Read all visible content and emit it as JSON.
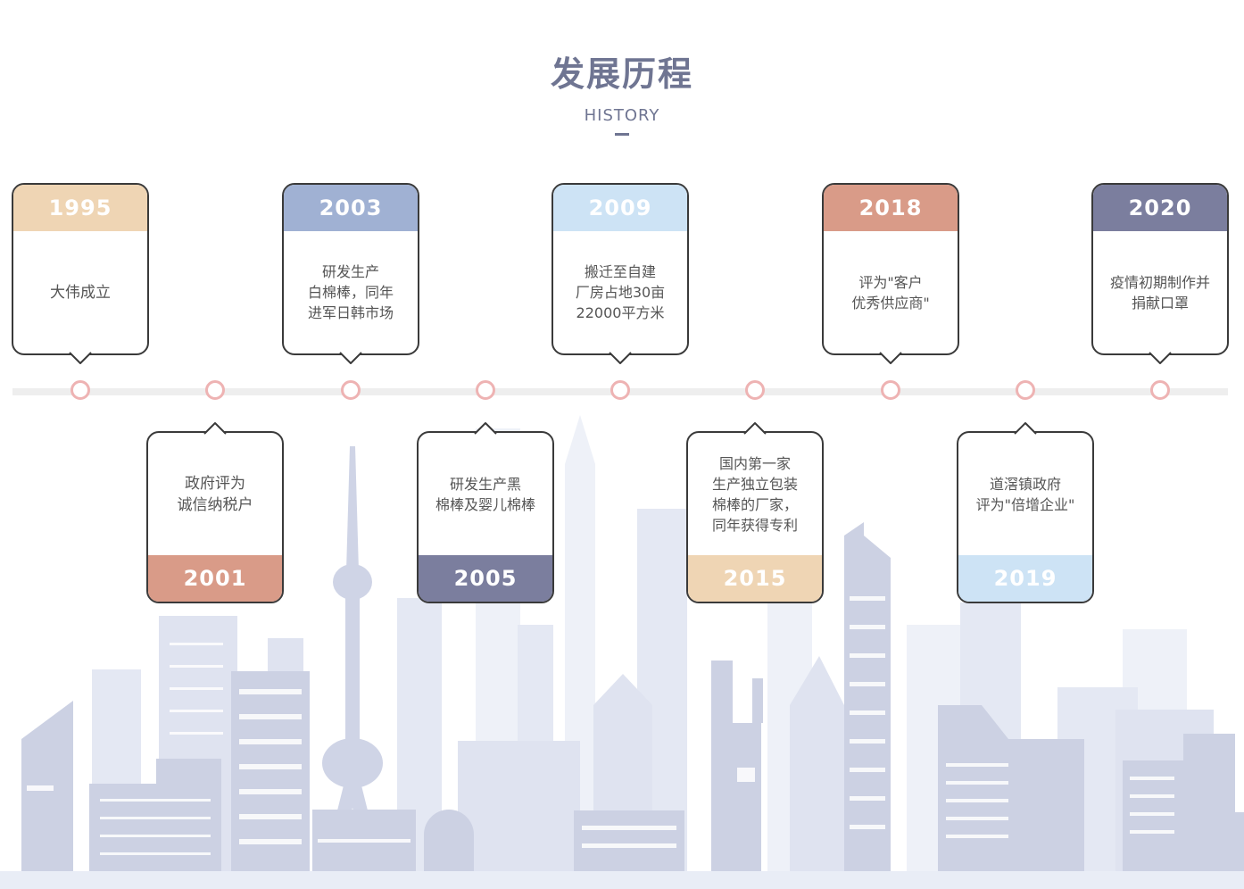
{
  "header": {
    "title": "发展历程",
    "subtitle": "HISTORY"
  },
  "colors": {
    "title": "#6f7592",
    "subtitle": "#6f7592",
    "track": "#eeeeee",
    "node_ring": "#eeb3b3",
    "card_border": "#3a3a3a",
    "text": "#555555",
    "skyline_dark": "#c9cddf",
    "skyline_mid": "#dde1ef",
    "skyline_light": "#ecf0f8"
  },
  "timeline": [
    {
      "year": "1995",
      "lines": [
        "大伟成立"
      ],
      "position": "up",
      "color": "#efd5b4"
    },
    {
      "year": "2001",
      "lines": [
        "政府评为",
        "诚信纳税户"
      ],
      "position": "down",
      "color": "#d99b88"
    },
    {
      "year": "2003",
      "lines": [
        "研发生产",
        "白棉棒，同年",
        "进军日韩市场"
      ],
      "position": "up",
      "color": "#a0b1d3"
    },
    {
      "year": "2005",
      "lines": [
        "研发生产黑",
        "棉棒及婴儿棉棒"
      ],
      "position": "down",
      "color": "#7b7e9e"
    },
    {
      "year": "2009",
      "lines": [
        "搬迁至自建",
        "厂房占地30亩",
        "22000平方米"
      ],
      "position": "up",
      "color": "#cde3f5"
    },
    {
      "year": "2015",
      "lines": [
        "国内第一家",
        "生产独立包装",
        "棉棒的厂家，",
        "同年获得专利"
      ],
      "position": "down",
      "color": "#efd5b4"
    },
    {
      "year": "2018",
      "lines": [
        "评为\"客户",
        "优秀供应商\""
      ],
      "position": "up",
      "color": "#d99b88"
    },
    {
      "year": "2019",
      "lines": [
        "道滘镇政府",
        "评为\"倍增企业\""
      ],
      "position": "down",
      "color": "#cde3f5"
    },
    {
      "year": "2020",
      "lines": [
        "疫情初期制作并",
        "捐献口罩"
      ],
      "position": "up",
      "color": "#7b7e9e"
    }
  ]
}
